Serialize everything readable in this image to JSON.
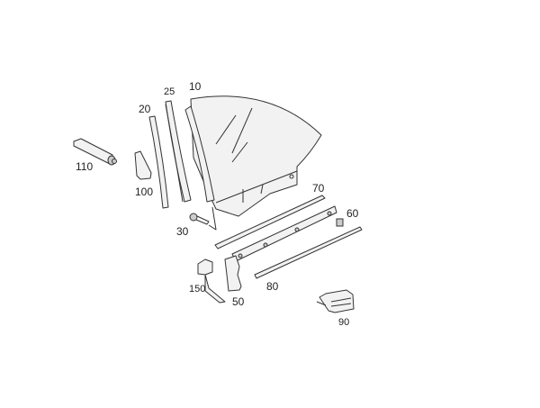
{
  "diagram": {
    "type": "exploded parts diagram",
    "labels": {
      "glass": "10",
      "seal_front": "20",
      "seal_channel": "25",
      "screw": "30",
      "bracket": "50",
      "clip": "60",
      "rail_upper": "70",
      "rail_lower": "80",
      "holder": "90",
      "wedge": "100",
      "tube": "110",
      "guide": "150"
    }
  }
}
